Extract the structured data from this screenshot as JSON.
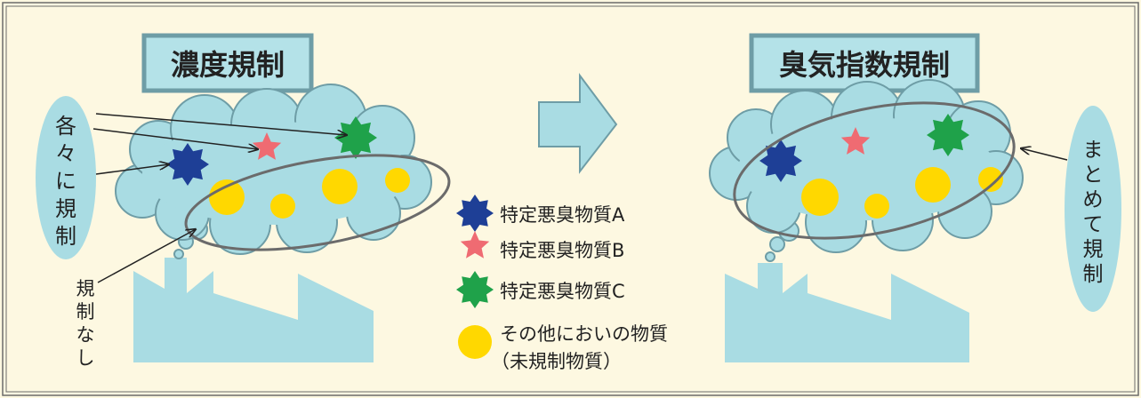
{
  "left": {
    "title": "濃度規制",
    "side_label": [
      "各",
      "々",
      "に",
      "規",
      "制"
    ],
    "no_reg_label": [
      "規",
      "制",
      "な",
      "し"
    ]
  },
  "right": {
    "title": "臭気指数規制",
    "side_label": [
      "ま",
      "と",
      "め",
      "て",
      "規",
      "制"
    ]
  },
  "legend": {
    "a": "特定悪臭物質A",
    "b": "特定悪臭物質B",
    "c": "特定悪臭物質C",
    "other_line1": "その他においの物質",
    "other_line2": "（未規制物質）"
  },
  "colors": {
    "background": "#fdf8e1",
    "frame": "#6b6b6b",
    "light_blue": "#a9dce3",
    "title_fill": "#b4e2e8",
    "title_border": "#6e9da6",
    "substance_a": "#1e3f96",
    "substance_b": "#ef6b72",
    "substance_c": "#1fa24a",
    "other": "#ffd800"
  }
}
